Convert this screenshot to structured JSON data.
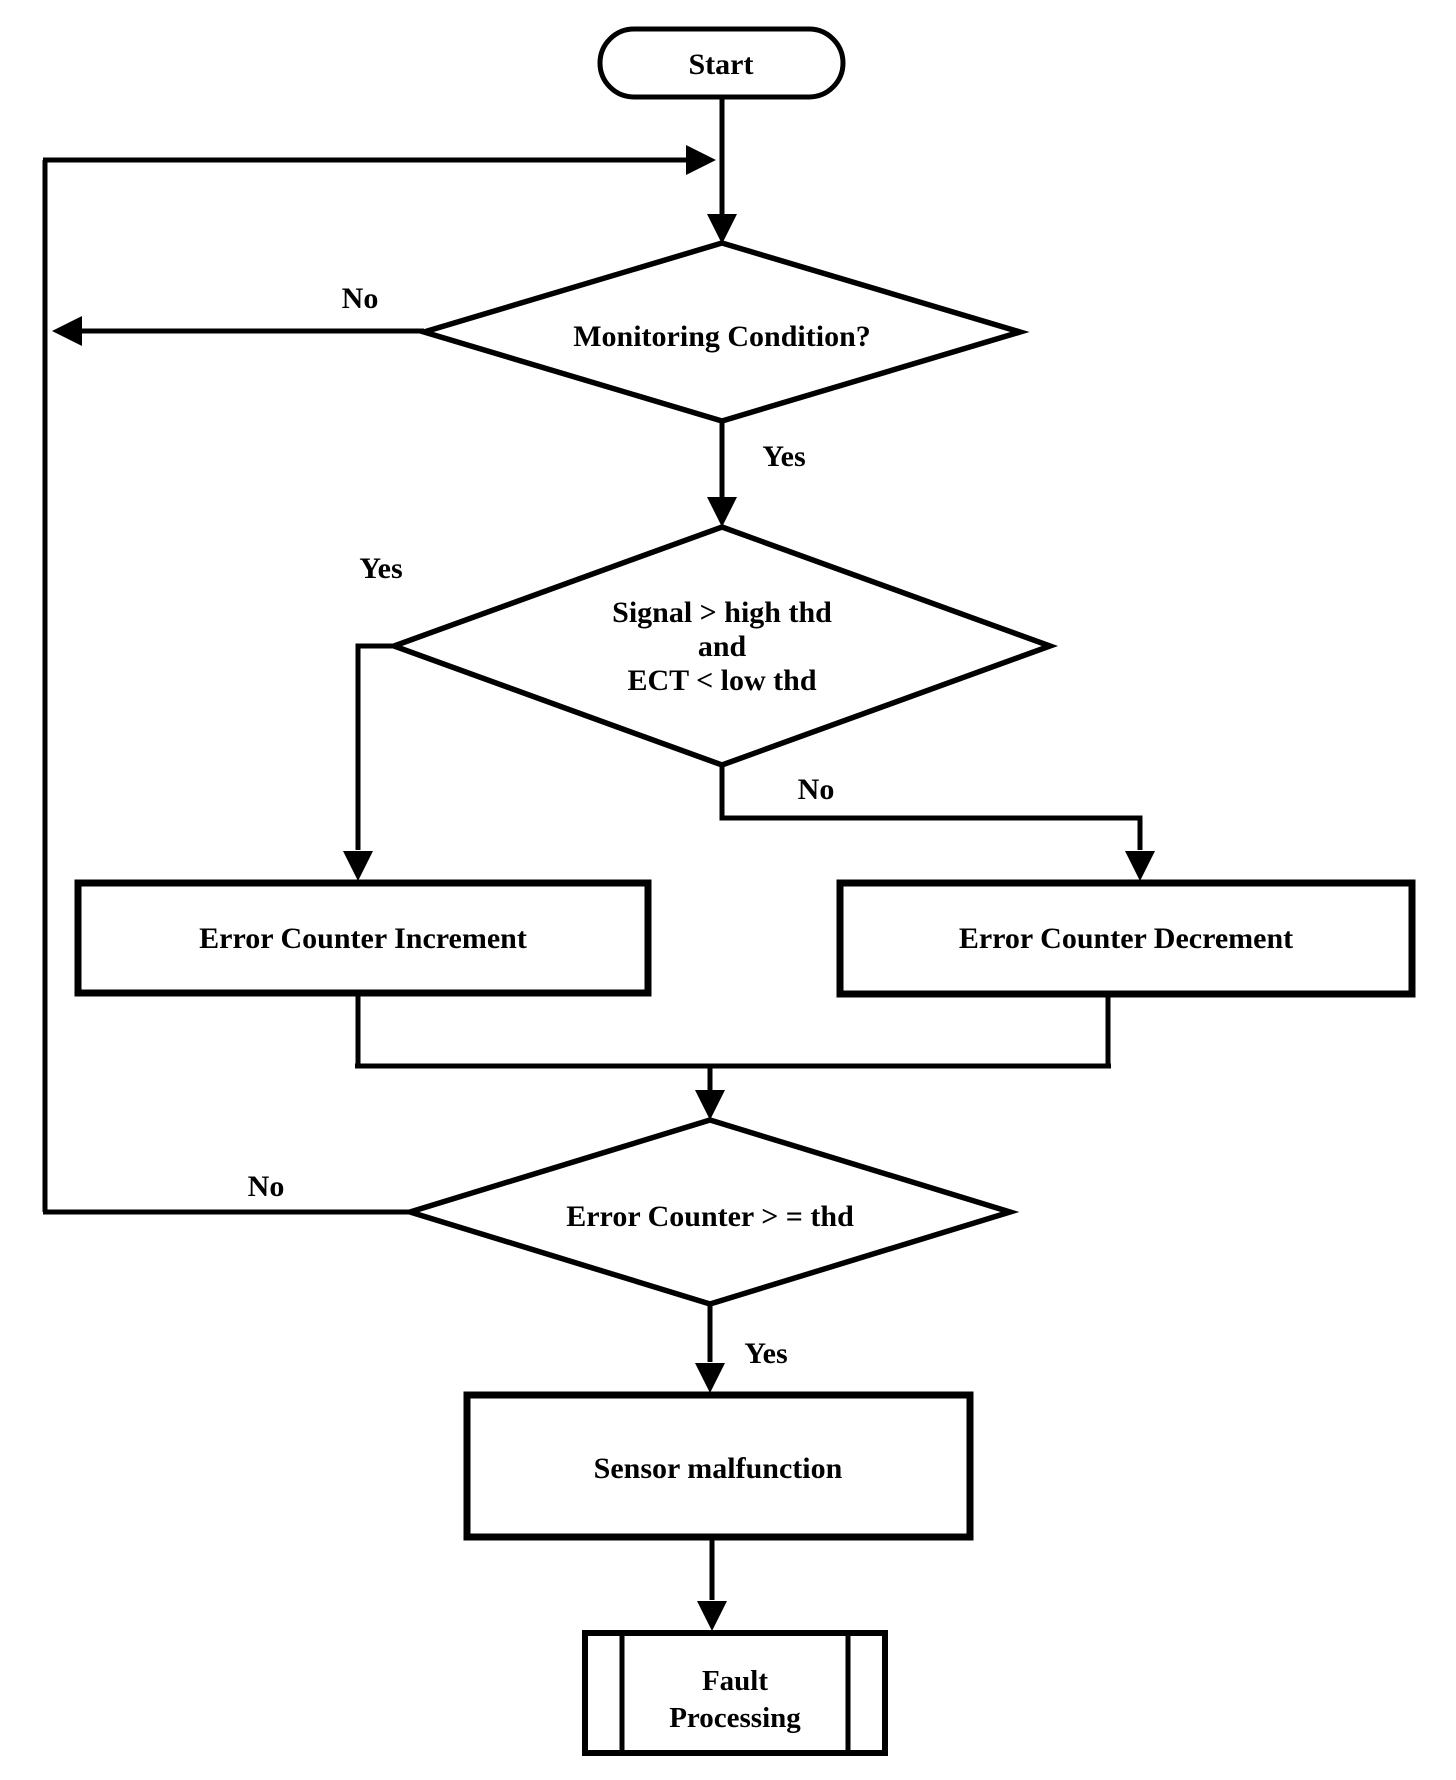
{
  "diagram": {
    "background": "#ffffff",
    "line_color": "#000000",
    "nodes": {
      "start": {
        "type": "terminator",
        "label": "Start"
      },
      "monitoring": {
        "type": "decision",
        "label": "Monitoring Condition?"
      },
      "signal_check": {
        "type": "decision",
        "lines": [
          "Signal > high thd",
          "and",
          "ECT < low thd"
        ]
      },
      "increment": {
        "type": "process",
        "label": "Error Counter Increment"
      },
      "decrement": {
        "type": "process",
        "label": "Error Counter Decrement"
      },
      "counter_check": {
        "type": "decision",
        "label": "Error Counter > = thd"
      },
      "sensor_malfunction": {
        "type": "process",
        "label": "Sensor malfunction"
      },
      "fault_processing": {
        "type": "predefined_process",
        "lines": [
          "Fault",
          "Processing"
        ]
      }
    },
    "edge_labels": {
      "monitoring_no": "No",
      "monitoring_yes": "Yes",
      "signal_yes": "Yes",
      "signal_no": "No",
      "counter_no": "No",
      "counter_yes": "Yes"
    }
  }
}
